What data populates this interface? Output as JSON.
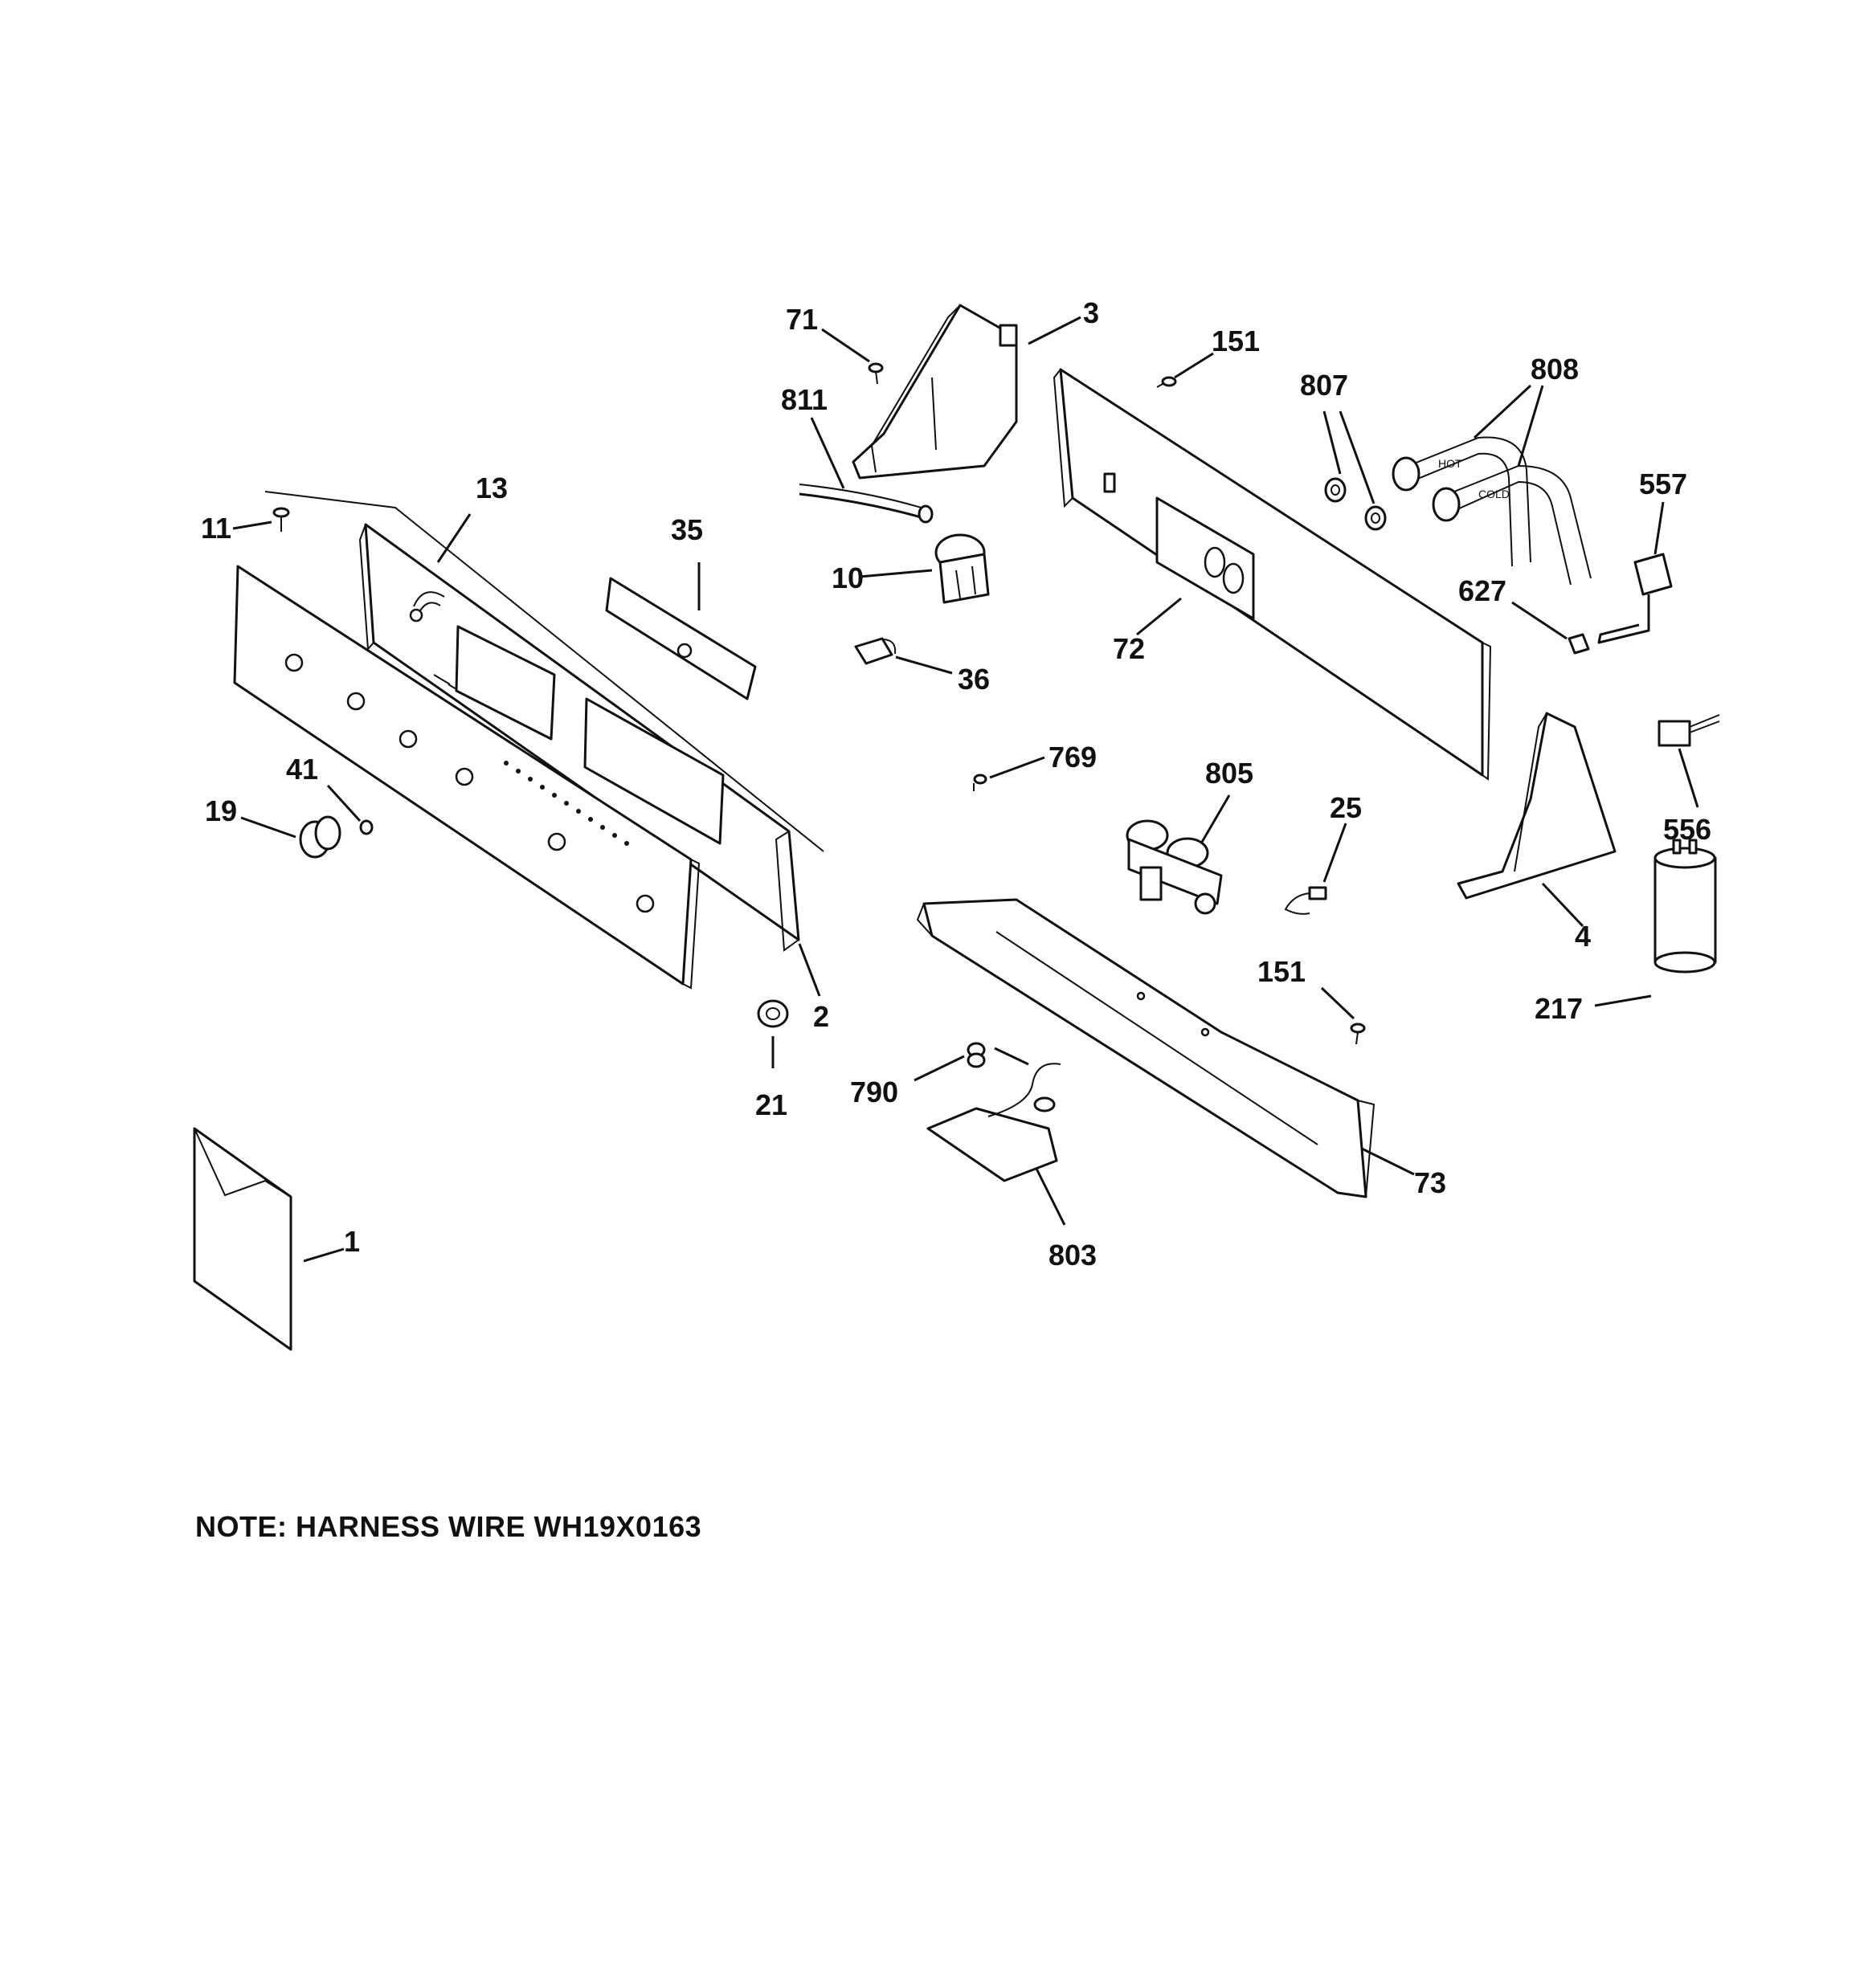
{
  "callouts": [
    {
      "id": "71",
      "label": "71"
    },
    {
      "id": "3",
      "label": "3"
    },
    {
      "id": "151a",
      "label": "151"
    },
    {
      "id": "807",
      "label": "807"
    },
    {
      "id": "808",
      "label": "808"
    },
    {
      "id": "811",
      "label": "811"
    },
    {
      "id": "557",
      "label": "557"
    },
    {
      "id": "13",
      "label": "13"
    },
    {
      "id": "11",
      "label": "11"
    },
    {
      "id": "35",
      "label": "35"
    },
    {
      "id": "10",
      "label": "10"
    },
    {
      "id": "627",
      "label": "627"
    },
    {
      "id": "72",
      "label": "72"
    },
    {
      "id": "36",
      "label": "36"
    },
    {
      "id": "769",
      "label": "769"
    },
    {
      "id": "805",
      "label": "805"
    },
    {
      "id": "41",
      "label": "41"
    },
    {
      "id": "25",
      "label": "25"
    },
    {
      "id": "19",
      "label": "19"
    },
    {
      "id": "556",
      "label": "556"
    },
    {
      "id": "4",
      "label": "4"
    },
    {
      "id": "151b",
      "label": "151"
    },
    {
      "id": "2",
      "label": "2"
    },
    {
      "id": "217",
      "label": "217"
    },
    {
      "id": "21",
      "label": "21"
    },
    {
      "id": "790",
      "label": "790"
    },
    {
      "id": "73",
      "label": "73"
    },
    {
      "id": "803",
      "label": "803"
    },
    {
      "id": "1",
      "label": "1"
    }
  ],
  "hose_labels": {
    "hot": "HOT",
    "cold": "COLD"
  },
  "note": "NOTE: HARNESS WIRE WH19X0163"
}
